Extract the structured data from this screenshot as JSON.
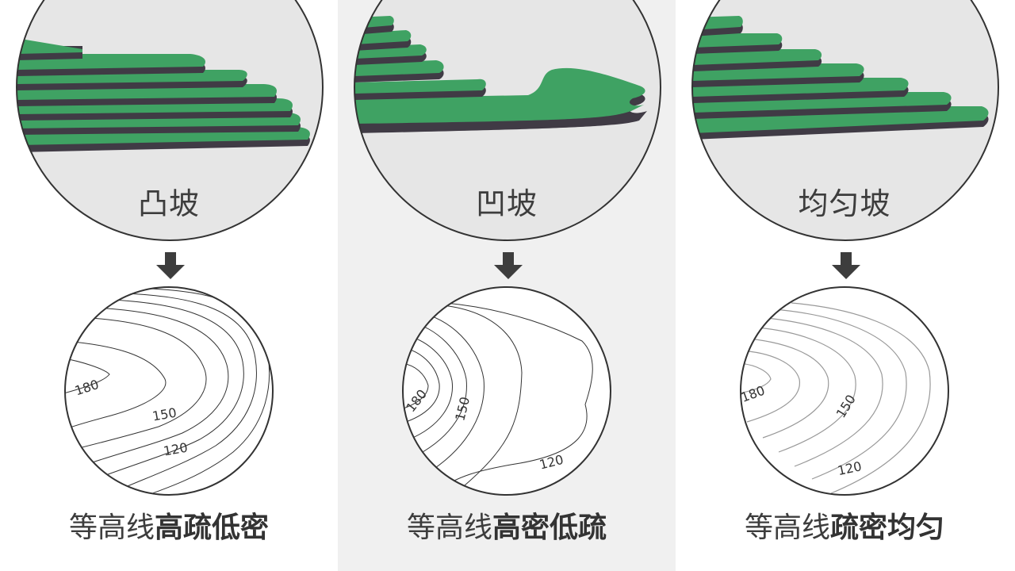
{
  "panels": [
    {
      "slope_label": "凸坡",
      "caption_plain": "等高线",
      "caption_bold": "高疏低密",
      "contour_labels": [
        "180",
        "150",
        "120"
      ]
    },
    {
      "slope_label": "凹坡",
      "caption_plain": "等高线",
      "caption_bold": "高密低疏",
      "contour_labels": [
        "180",
        "150",
        "120"
      ]
    },
    {
      "slope_label": "均匀坡",
      "caption_plain": "等高线",
      "caption_bold": "疏密均匀",
      "contour_labels": [
        "180",
        "150",
        "120"
      ]
    }
  ],
  "colors": {
    "terrain_top": "#3fa263",
    "terrain_side": "#403b45",
    "circle_fill": "#e6e6e6",
    "arrow": "#3d3d3d",
    "panel_highlight": "#f0f0f0"
  },
  "icons": {
    "arrow": "arrow-down-icon"
  }
}
